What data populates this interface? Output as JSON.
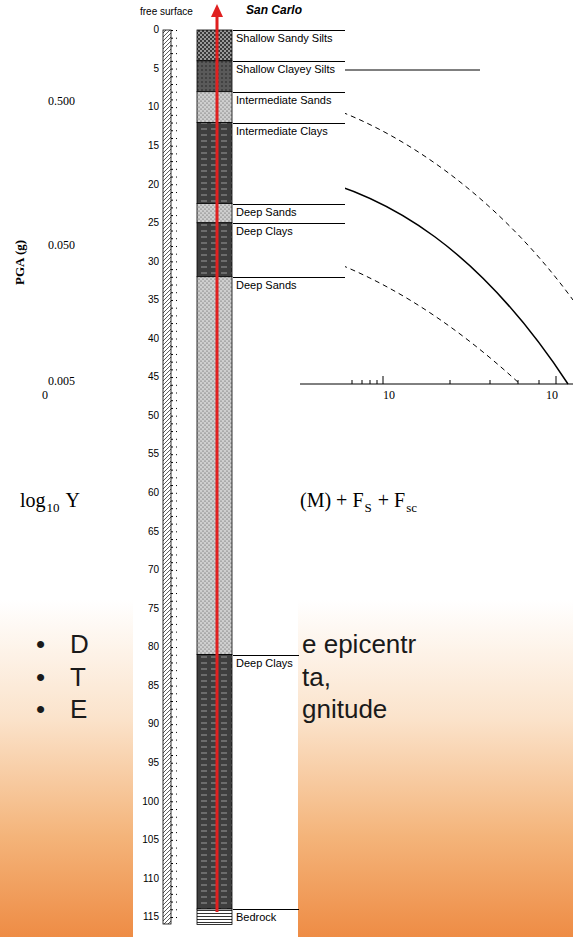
{
  "diagram": {
    "nodes": [
      {
        "text": [
          "Shallow Sandy Silts"
        ]
      },
      {
        "text": [
          "Shallow Clayey Silts"
        ]
      },
      {
        "text": [
          "Intermediate Sands"
        ]
      },
      {
        "text": [
          "Intermediate Clays"
        ]
      },
      {
        "text": [
          "Deep Sands"
        ]
      },
      {
        "text": [
          "Deep Clays"
        ]
      },
      {
        "text": [
          "Deep Sands"
        ]
      },
      {
        "text": [
          "Deep Clays"
        ]
      },
      {
        "text": [
          "Bedrock"
        ]
      }
    ],
    "labels": [
      "free surface",
      "San Carlo",
      "0",
      "5",
      "10",
      "15",
      "20",
      "25",
      "30",
      "35",
      "40",
      "45",
      "50",
      "55",
      "60",
      "65",
      "70",
      "75",
      "80",
      "85",
      "90",
      "95",
      "100",
      "105",
      "110",
      "115",
      "PGA (g)",
      "0.500",
      "0.050",
      "0.005",
      "0",
      "10",
      "10",
      "log",
      "10",
      "Y",
      "(M) + F",
      "S",
      "+ F",
      "sc",
      "•",
      "D",
      "e epicentr",
      "•",
      "T",
      "ta,",
      "•",
      "E",
      "gnitude"
    ]
  }
}
